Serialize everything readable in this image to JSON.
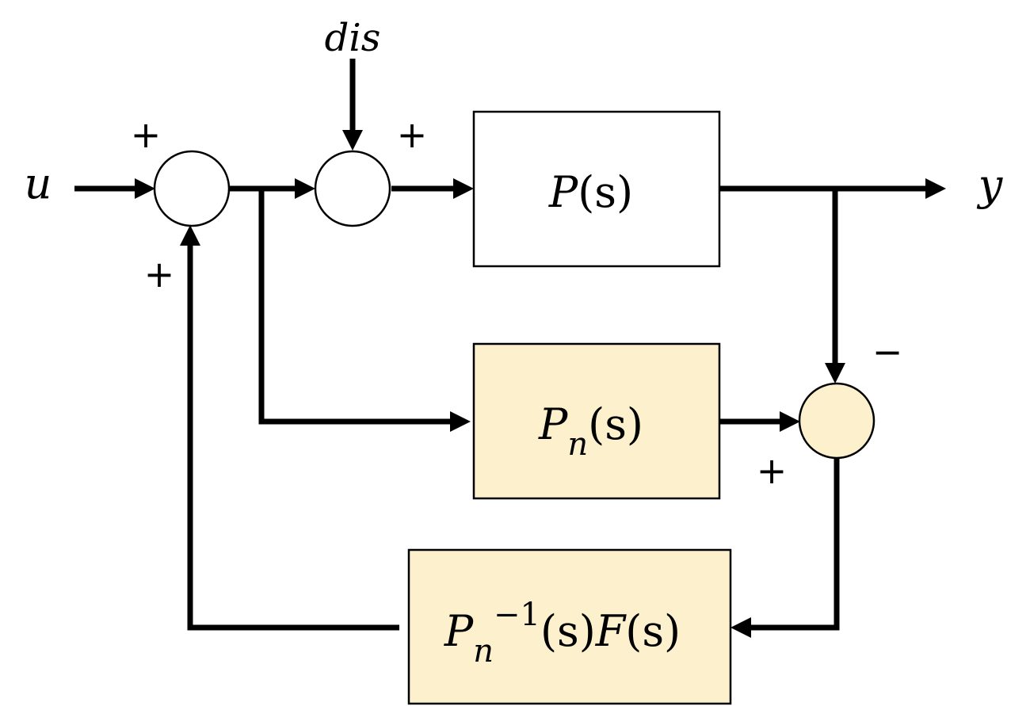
{
  "diagram": {
    "colors": {
      "line": "#000000",
      "plain_block_fill": "#ffffff",
      "highlight_fill": "#fdf0cc"
    },
    "signals": {
      "input": "u",
      "output": "y",
      "disturbance": "dis"
    },
    "blocks": {
      "plant": {
        "base": "P",
        "arg": "(s)"
      },
      "nominal_model": {
        "base": "P",
        "sub": "n",
        "arg": "(s)"
      },
      "inverse_filter": {
        "base": "P",
        "sub": "n",
        "sup": "−1",
        "arg1": "(s)",
        "filter": "F",
        "arg2": "(s)"
      }
    },
    "signs": {
      "sum1_input": "+",
      "sum1_feedback": "+",
      "sum2_output": "+",
      "sum3_plant": "−",
      "sum3_model": "+"
    }
  }
}
